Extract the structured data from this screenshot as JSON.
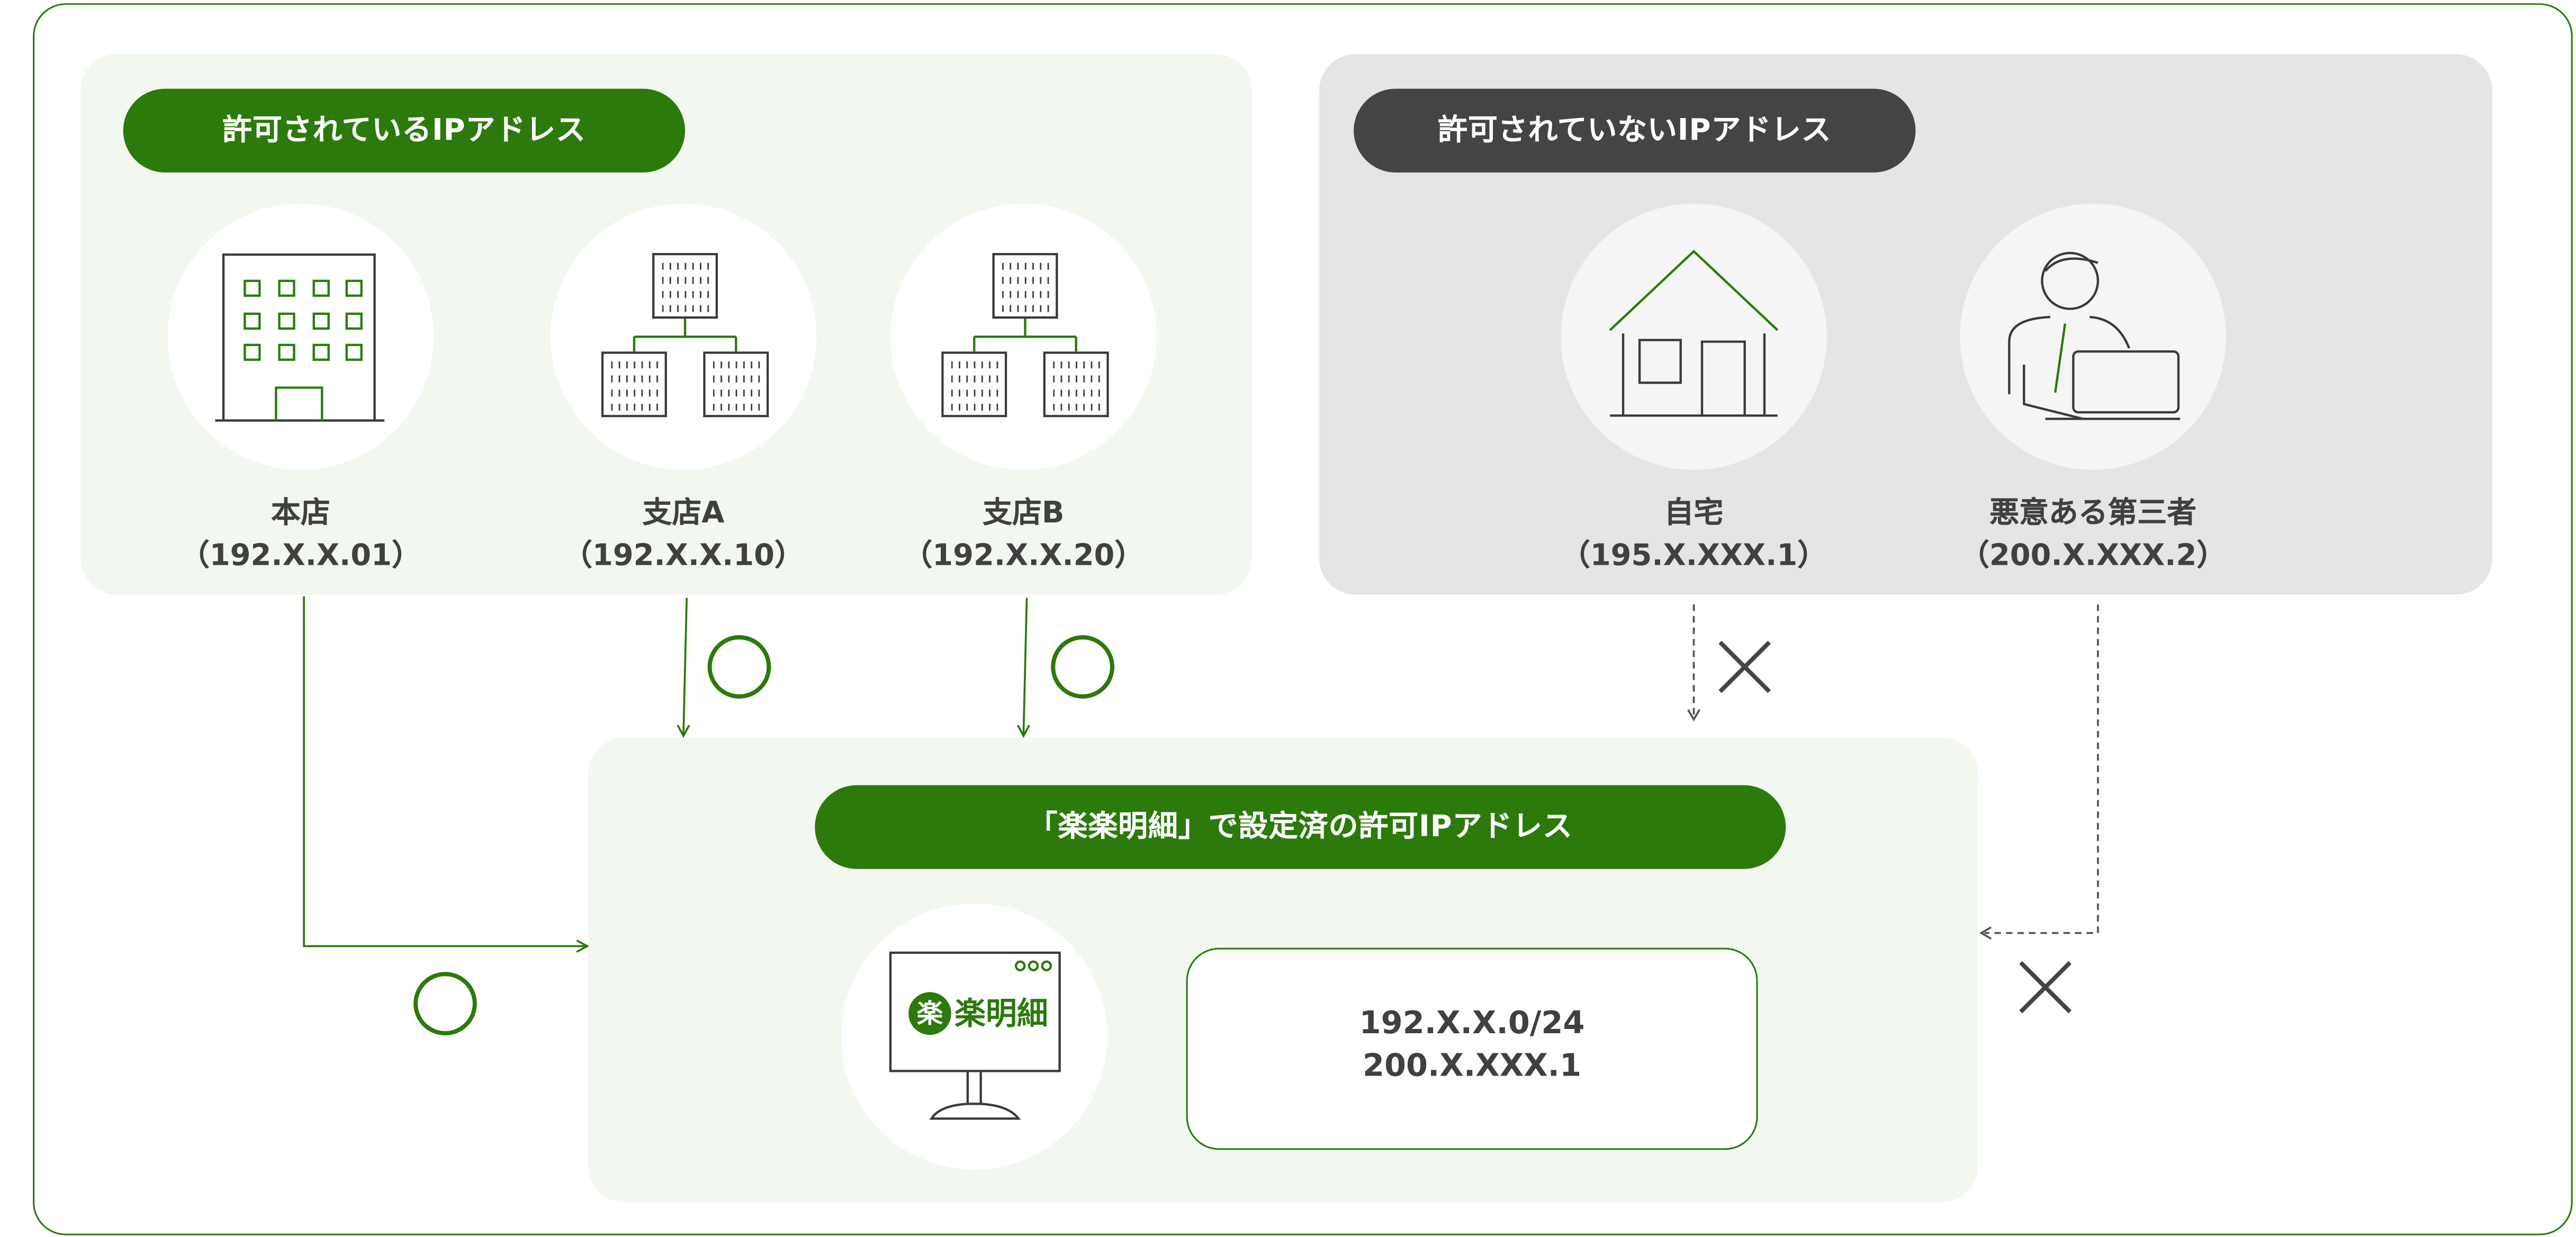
{
  "colors": {
    "brand_green": "#2b7a0b",
    "allowed_panel_bg": "#f2f7ef",
    "denied_panel_bg": "#e5e5e5",
    "denied_pill_bg": "#444444",
    "denied_circle_bg": "#f5f5f5",
    "text": "#404040",
    "icon_stroke": "#3a3a3a",
    "denied_line": "#555555"
  },
  "allowed_panel": {
    "title": "許可されているIPアドレス",
    "locations": [
      {
        "name": "本店",
        "ip": "（192.X.X.01）",
        "icon": "office-building-icon",
        "mark_icon": "circle-mark-icon"
      },
      {
        "name": "支店A",
        "ip": "（192.X.X.10）",
        "icon": "branch-network-icon",
        "mark_icon": "circle-mark-icon"
      },
      {
        "name": "支店B",
        "ip": "（192.X.X.20）",
        "icon": "branch-network-icon",
        "mark_icon": "circle-mark-icon"
      }
    ]
  },
  "denied_panel": {
    "title": "許可されていないIPアドレス",
    "locations": [
      {
        "name": "自宅",
        "ip": "（195.X.XXX.1）",
        "icon": "house-icon",
        "mark_icon": "cross-mark-icon"
      },
      {
        "name": "悪意ある第三者",
        "ip": "（200.X.XXX.2）",
        "icon": "malicious-user-icon",
        "mark_icon": "cross-mark-icon"
      }
    ]
  },
  "service_panel": {
    "title": "「楽楽明細」で設定済の許可IPアドレス",
    "monitor_icon": "monitor-icon",
    "logo_text": "楽楽明細",
    "allowed_ips": [
      "192.X.X.0/24",
      "200.X.XXX.1"
    ]
  }
}
